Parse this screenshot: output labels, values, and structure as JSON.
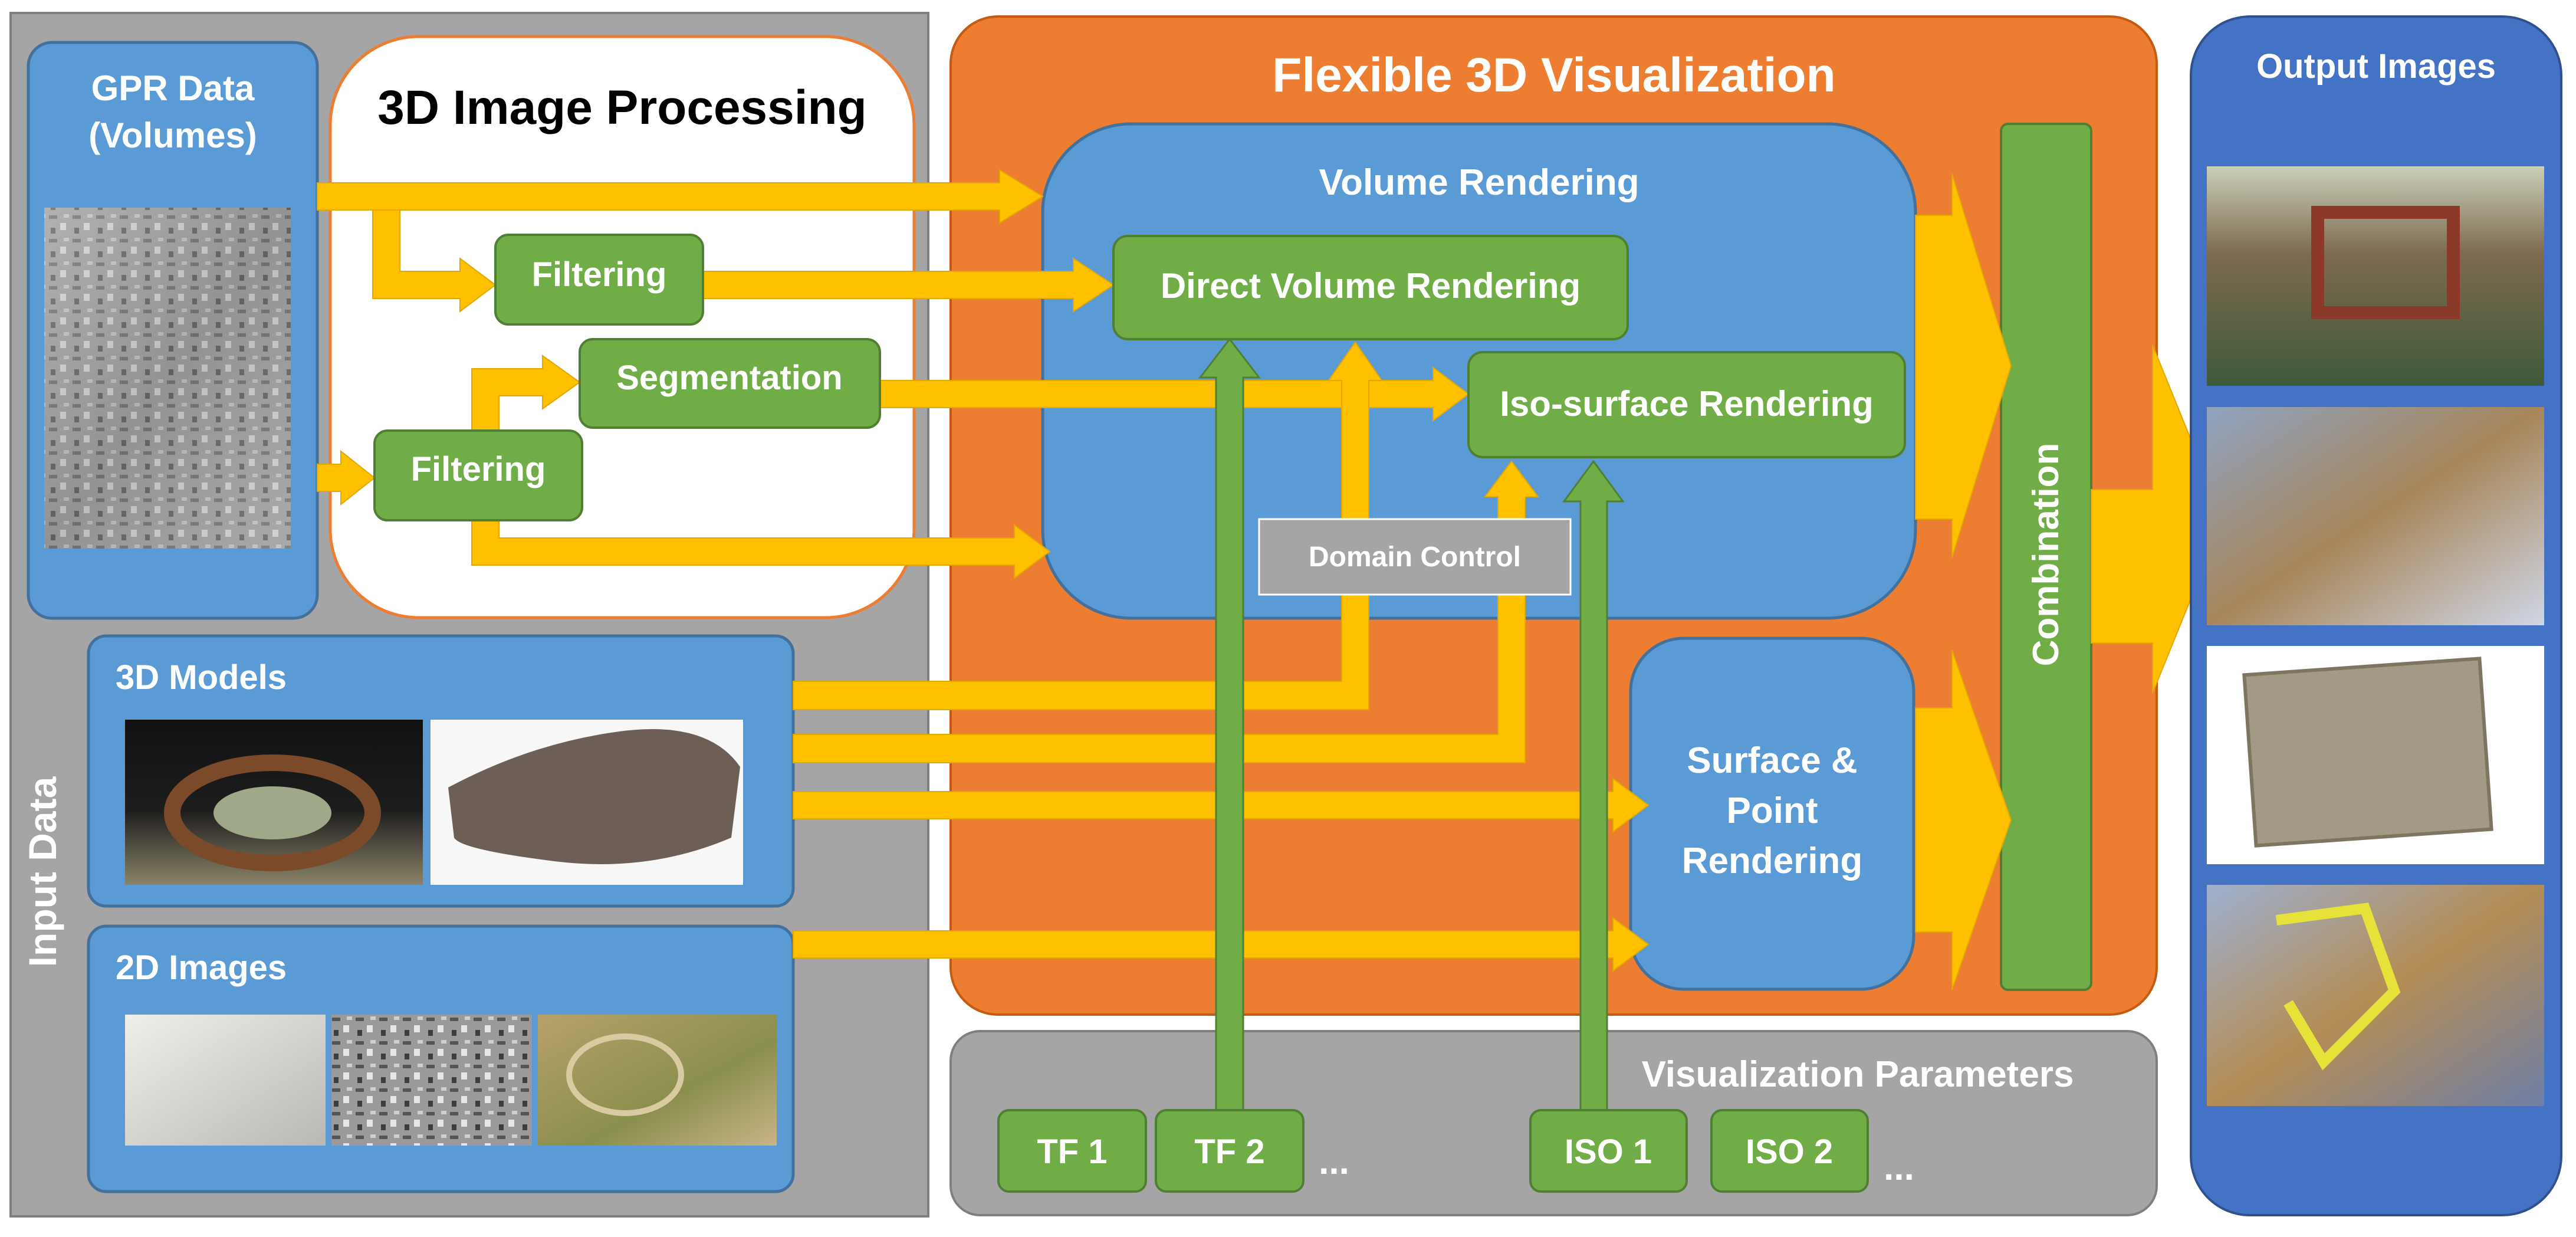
{
  "input_data": {
    "label": "Input Data",
    "gpr": {
      "title_line1": "GPR Data",
      "title_line2": "(Volumes)"
    },
    "models_3d": {
      "title": "3D Models"
    },
    "images_2d": {
      "title": "2D Images"
    }
  },
  "image_processing": {
    "title": "3D Image Processing",
    "filtering_top": "Filtering",
    "segmentation": "Segmentation",
    "filtering_bottom": "Filtering"
  },
  "visualization": {
    "title": "Flexible 3D Visualization",
    "volume_rendering": {
      "title": "Volume Rendering",
      "direct": "Direct Volume Rendering",
      "iso_surface": "Iso-surface Rendering",
      "domain_control": "Domain Control"
    },
    "surface_point": {
      "line1": "Surface &",
      "line2": "Point",
      "line3": "Rendering"
    },
    "combination": "Combination"
  },
  "parameters": {
    "title": "Visualization Parameters",
    "tf1": "TF 1",
    "tf2": "TF 2",
    "tf_more": "...",
    "iso1": "ISO 1",
    "iso2": "ISO 2",
    "iso_more": "..."
  },
  "output": {
    "title": "Output Images"
  },
  "colors": {
    "orange_panel": "#ED7D31",
    "blue_box": "#5B9BD5",
    "green_box": "#70AD47",
    "gray_panel": "#A5A5A5",
    "yellow_arrow": "#FFC000",
    "dark_blue_panel": "#4472C4"
  }
}
